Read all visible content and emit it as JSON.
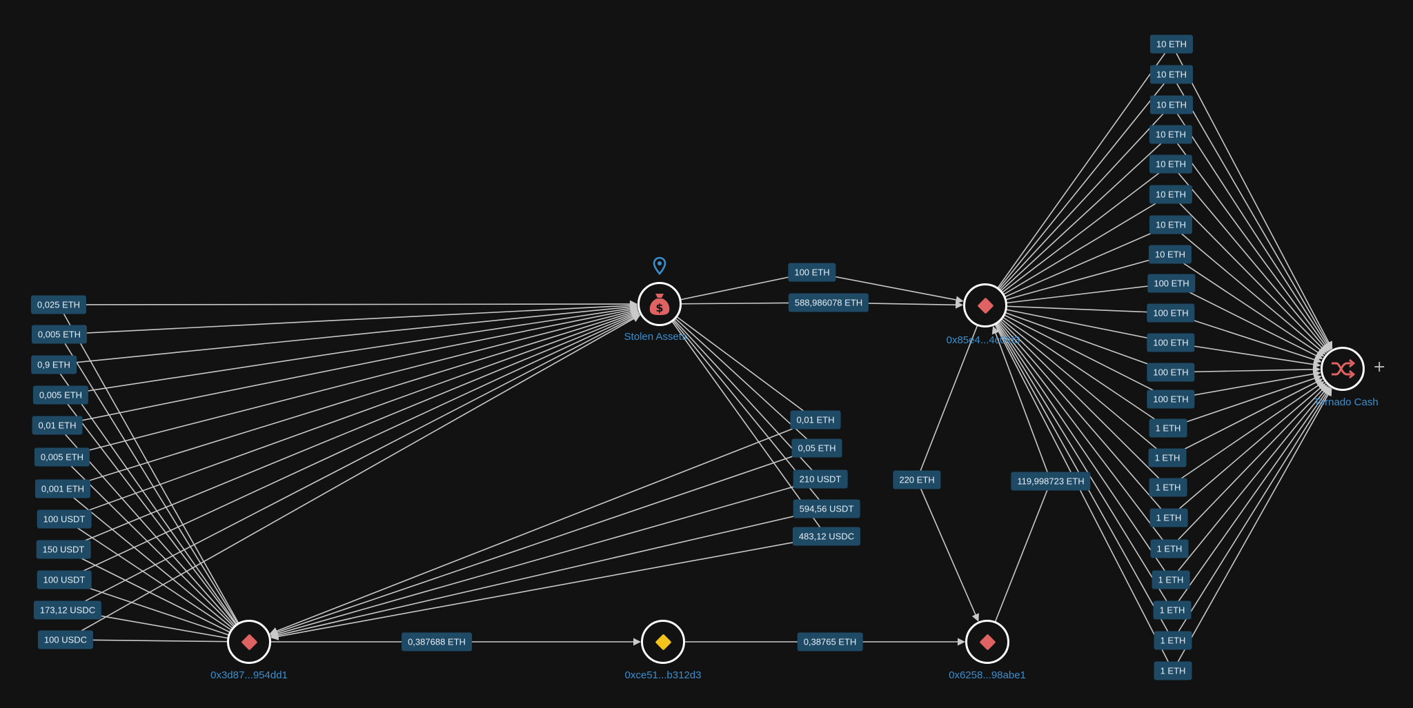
{
  "colors": {
    "background": "#121213",
    "edge": "#c9c9c9",
    "label_bg": "#1e4a66",
    "label_text": "#e6eef4",
    "node_label": "#3b8fcf",
    "red": "#e06363",
    "yellow": "#f2c31b"
  },
  "nodes": {
    "stolen": {
      "label": "Stolen Assets",
      "icon": "money-bag-icon"
    },
    "n85": {
      "label": "0x85e4...4c0fd3",
      "icon": "diamond-icon"
    },
    "tornado": {
      "label": "Tornado Cash",
      "icon": "shuffle-icon"
    },
    "n3d": {
      "label": "0x3d87...954dd1",
      "icon": "diamond-icon"
    },
    "nce": {
      "label": "0xce51...b312d3",
      "icon": "diamond-icon"
    },
    "n62": {
      "label": "0x6258...98abe1",
      "icon": "diamond-icon"
    }
  },
  "left_labels": [
    "0,025 ETH",
    "0,005 ETH",
    "0,9 ETH",
    "0,005 ETH",
    "0,01 ETH",
    "0,005 ETH",
    "0,001 ETH",
    "100 USDT",
    "150 USDT",
    "100 USDT",
    "173,12 USDC",
    "100 USDC"
  ],
  "center_labels": [
    "0,01 ETH",
    "0,05 ETH",
    "210 USDT",
    "594,56 USDT",
    "483,12 USDC"
  ],
  "top_labels": [
    "100 ETH",
    "588,986078 ETH"
  ],
  "bottom_labels": [
    "0,387688 ETH",
    "0,38765 ETH"
  ],
  "mid_labels": [
    "220 ETH",
    "119,998723 ETH"
  ],
  "right_labels": [
    "10 ETH",
    "10 ETH",
    "10 ETH",
    "10 ETH",
    "10 ETH",
    "10 ETH",
    "10 ETH",
    "10 ETH",
    "100 ETH",
    "100 ETH",
    "100 ETH",
    "100 ETH",
    "100 ETH",
    "1 ETH",
    "1 ETH",
    "1 ETH",
    "1 ETH",
    "1 ETH",
    "1 ETH",
    "1 ETH",
    "1 ETH",
    "1 ETH"
  ],
  "extras": {
    "pin_icon": "location-pin-icon",
    "plus_text": "+"
  }
}
